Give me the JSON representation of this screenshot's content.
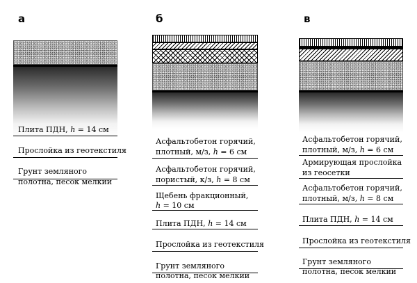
{
  "panels": {
    "a": {
      "letter": "а",
      "labels": [
        {
          "pre": "Плита ПДН, ",
          "var": "h",
          "post": " = 14 см"
        },
        {
          "pre": "Прослойка из геотекстиля",
          "var": "",
          "post": ""
        },
        {
          "pre": "Грунт земляного",
          "var": "",
          "post": ""
        },
        {
          "pre": "полотна, песок мелкий",
          "var": "",
          "post": ""
        }
      ]
    },
    "b": {
      "letter": "б",
      "labels": [
        {
          "pre": "Асфальтобетон горячий,",
          "var": "",
          "post": ""
        },
        {
          "pre": "плотный, м/з, ",
          "var": "h",
          "post": " = 6 см"
        },
        {
          "pre": "Асфальтобетон горячий,",
          "var": "",
          "post": ""
        },
        {
          "pre": "пористый, к/з, ",
          "var": "h",
          "post": " = 8 см"
        },
        {
          "pre": "Щебень фракционный,",
          "var": "",
          "post": ""
        },
        {
          "pre": "",
          "var": "h",
          "post": " = 10 см"
        },
        {
          "pre": "Плита ПДН, ",
          "var": "h",
          "post": " = 14 см"
        },
        {
          "pre": "Прослойка из геотекстиля",
          "var": "",
          "post": ""
        },
        {
          "pre": "Грунт земляного",
          "var": "",
          "post": ""
        },
        {
          "pre": "полотна, песок мелкий",
          "var": "",
          "post": ""
        }
      ]
    },
    "c": {
      "letter": "в",
      "labels": [
        {
          "pre": "Асфальтобетон горячий,",
          "var": "",
          "post": ""
        },
        {
          "pre": "плотный, м/з, ",
          "var": "h",
          "post": " = 6 см"
        },
        {
          "pre": "Армирующая прослойка",
          "var": "",
          "post": ""
        },
        {
          "pre": "из геосетки",
          "var": "",
          "post": ""
        },
        {
          "pre": "Асфальтобетон горячий,",
          "var": "",
          "post": ""
        },
        {
          "pre": "плотный, м/з, ",
          "var": "h",
          "post": " = 8 см"
        },
        {
          "pre": "Плита ПДН, ",
          "var": "h",
          "post": " = 14 см"
        },
        {
          "pre": "Прослойка из геотекстиля",
          "var": "",
          "post": ""
        },
        {
          "pre": "Грунт земляного",
          "var": "",
          "post": ""
        },
        {
          "pre": "полотна, песок мелкий",
          "var": "",
          "post": ""
        }
      ]
    }
  }
}
